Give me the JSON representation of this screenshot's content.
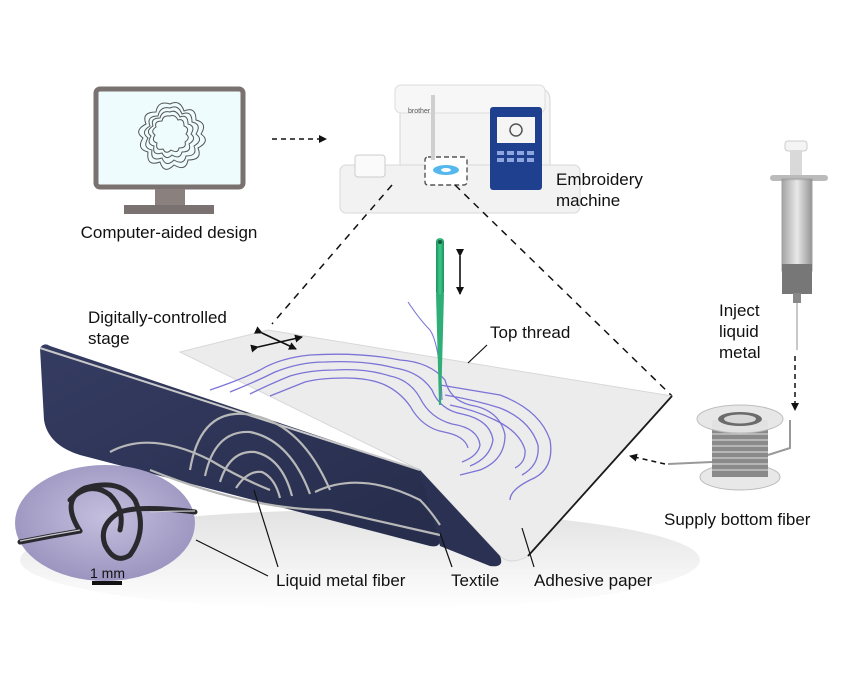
{
  "figure": {
    "labels": {
      "cad": "Computer-aided design",
      "machine_line1": "Embroidery",
      "machine_line2": "machine",
      "stage_line1": "Digitally-controlled",
      "stage_line2": "stage",
      "top_thread": "Top thread",
      "inject_line1": "Inject",
      "inject_line2": "liquid",
      "inject_line3": "metal",
      "supply": "Supply bottom fiber",
      "liquid_metal_fiber": "Liquid metal fiber",
      "textile": "Textile",
      "adhesive_paper": "Adhesive paper",
      "scale_bar": "1 mm",
      "machine_brand": "brother"
    },
    "colors": {
      "textile": "#2e3557",
      "paper": "#ececec",
      "thread": "#7b74d6",
      "needle": "#2fae78",
      "monitor_frame": "#7a7270",
      "monitor_screen": "#eefcfd",
      "machine_panel": "#1f3f8f",
      "inset_bg": "#a59fc4"
    }
  }
}
